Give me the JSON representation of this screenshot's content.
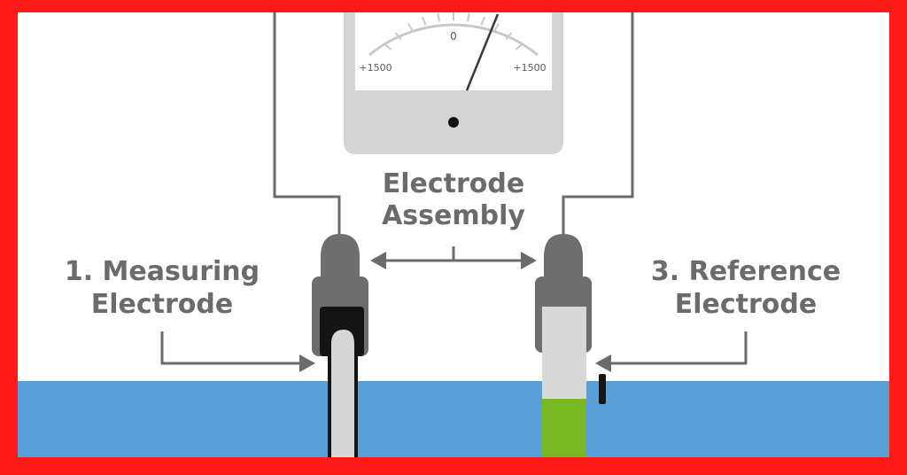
{
  "meter": {
    "scale_left": "+1500",
    "scale_center": "0",
    "scale_right": "+1500"
  },
  "labels": {
    "assembly_line1": "Electrode",
    "assembly_line2": "Assembly",
    "measuring_line1": "1. Measuring",
    "measuring_line2": "Electrode",
    "reference_line1": "3. Reference",
    "reference_line2": "Electrode"
  },
  "colors": {
    "frame": "#ff1a1a",
    "water": "#5aa0d6",
    "meter_body": "#d4d4d4",
    "electrode_cap": "#6e6e6e",
    "reference_fill": "#7ab823",
    "measuring_tip": "#141414"
  }
}
